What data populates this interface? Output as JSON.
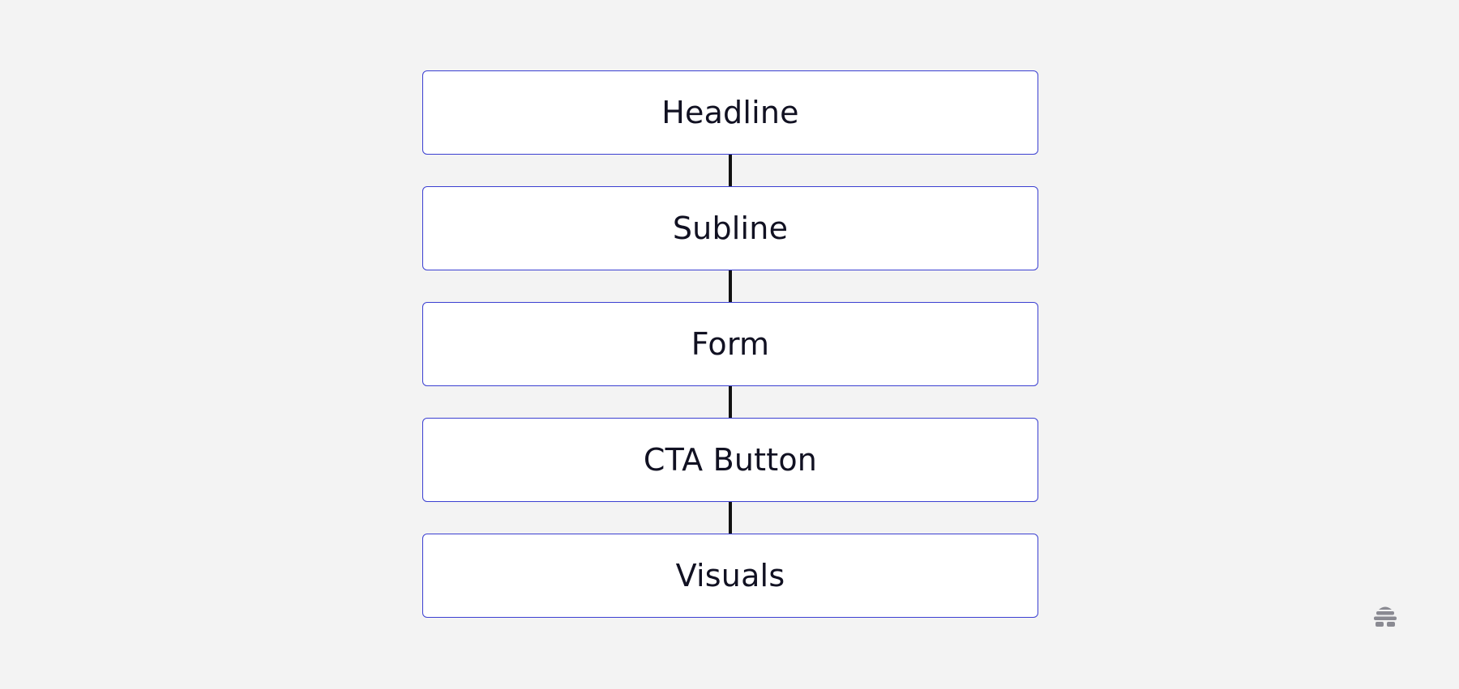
{
  "diagram": {
    "type": "vertical-flow",
    "nodes": [
      {
        "label": "Headline"
      },
      {
        "label": "Subline"
      },
      {
        "label": "Form"
      },
      {
        "label": "CTA Button"
      },
      {
        "label": "Visuals"
      }
    ],
    "colors": {
      "node_border": "#3b3fd1",
      "node_fill": "#ffffff",
      "connector": "#111111",
      "background": "#f3f3f3",
      "logo": "#8a8a92"
    }
  },
  "logo": {
    "icon": "beehive-logo-icon"
  }
}
